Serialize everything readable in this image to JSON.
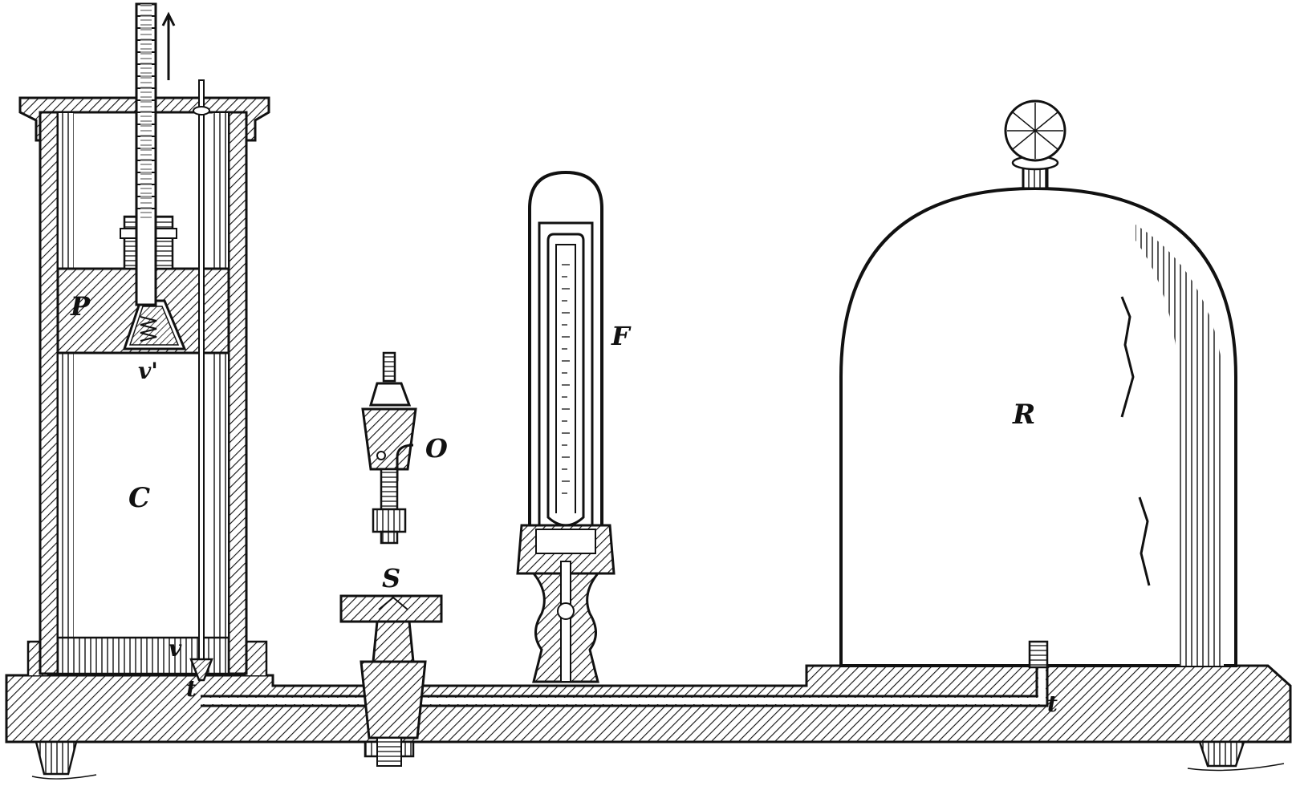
{
  "figure": {
    "labels": {
      "piston": "P",
      "cylinder": "C",
      "valve_upper": "v'",
      "valve_lower": "v",
      "tube_left_end": "t",
      "tube_right_end": "t",
      "nozzle": "O",
      "stopcock": "S",
      "gauge": "F",
      "receiver": "R"
    },
    "colors": {
      "ink": "#111111",
      "paper": "#ffffff"
    }
  }
}
